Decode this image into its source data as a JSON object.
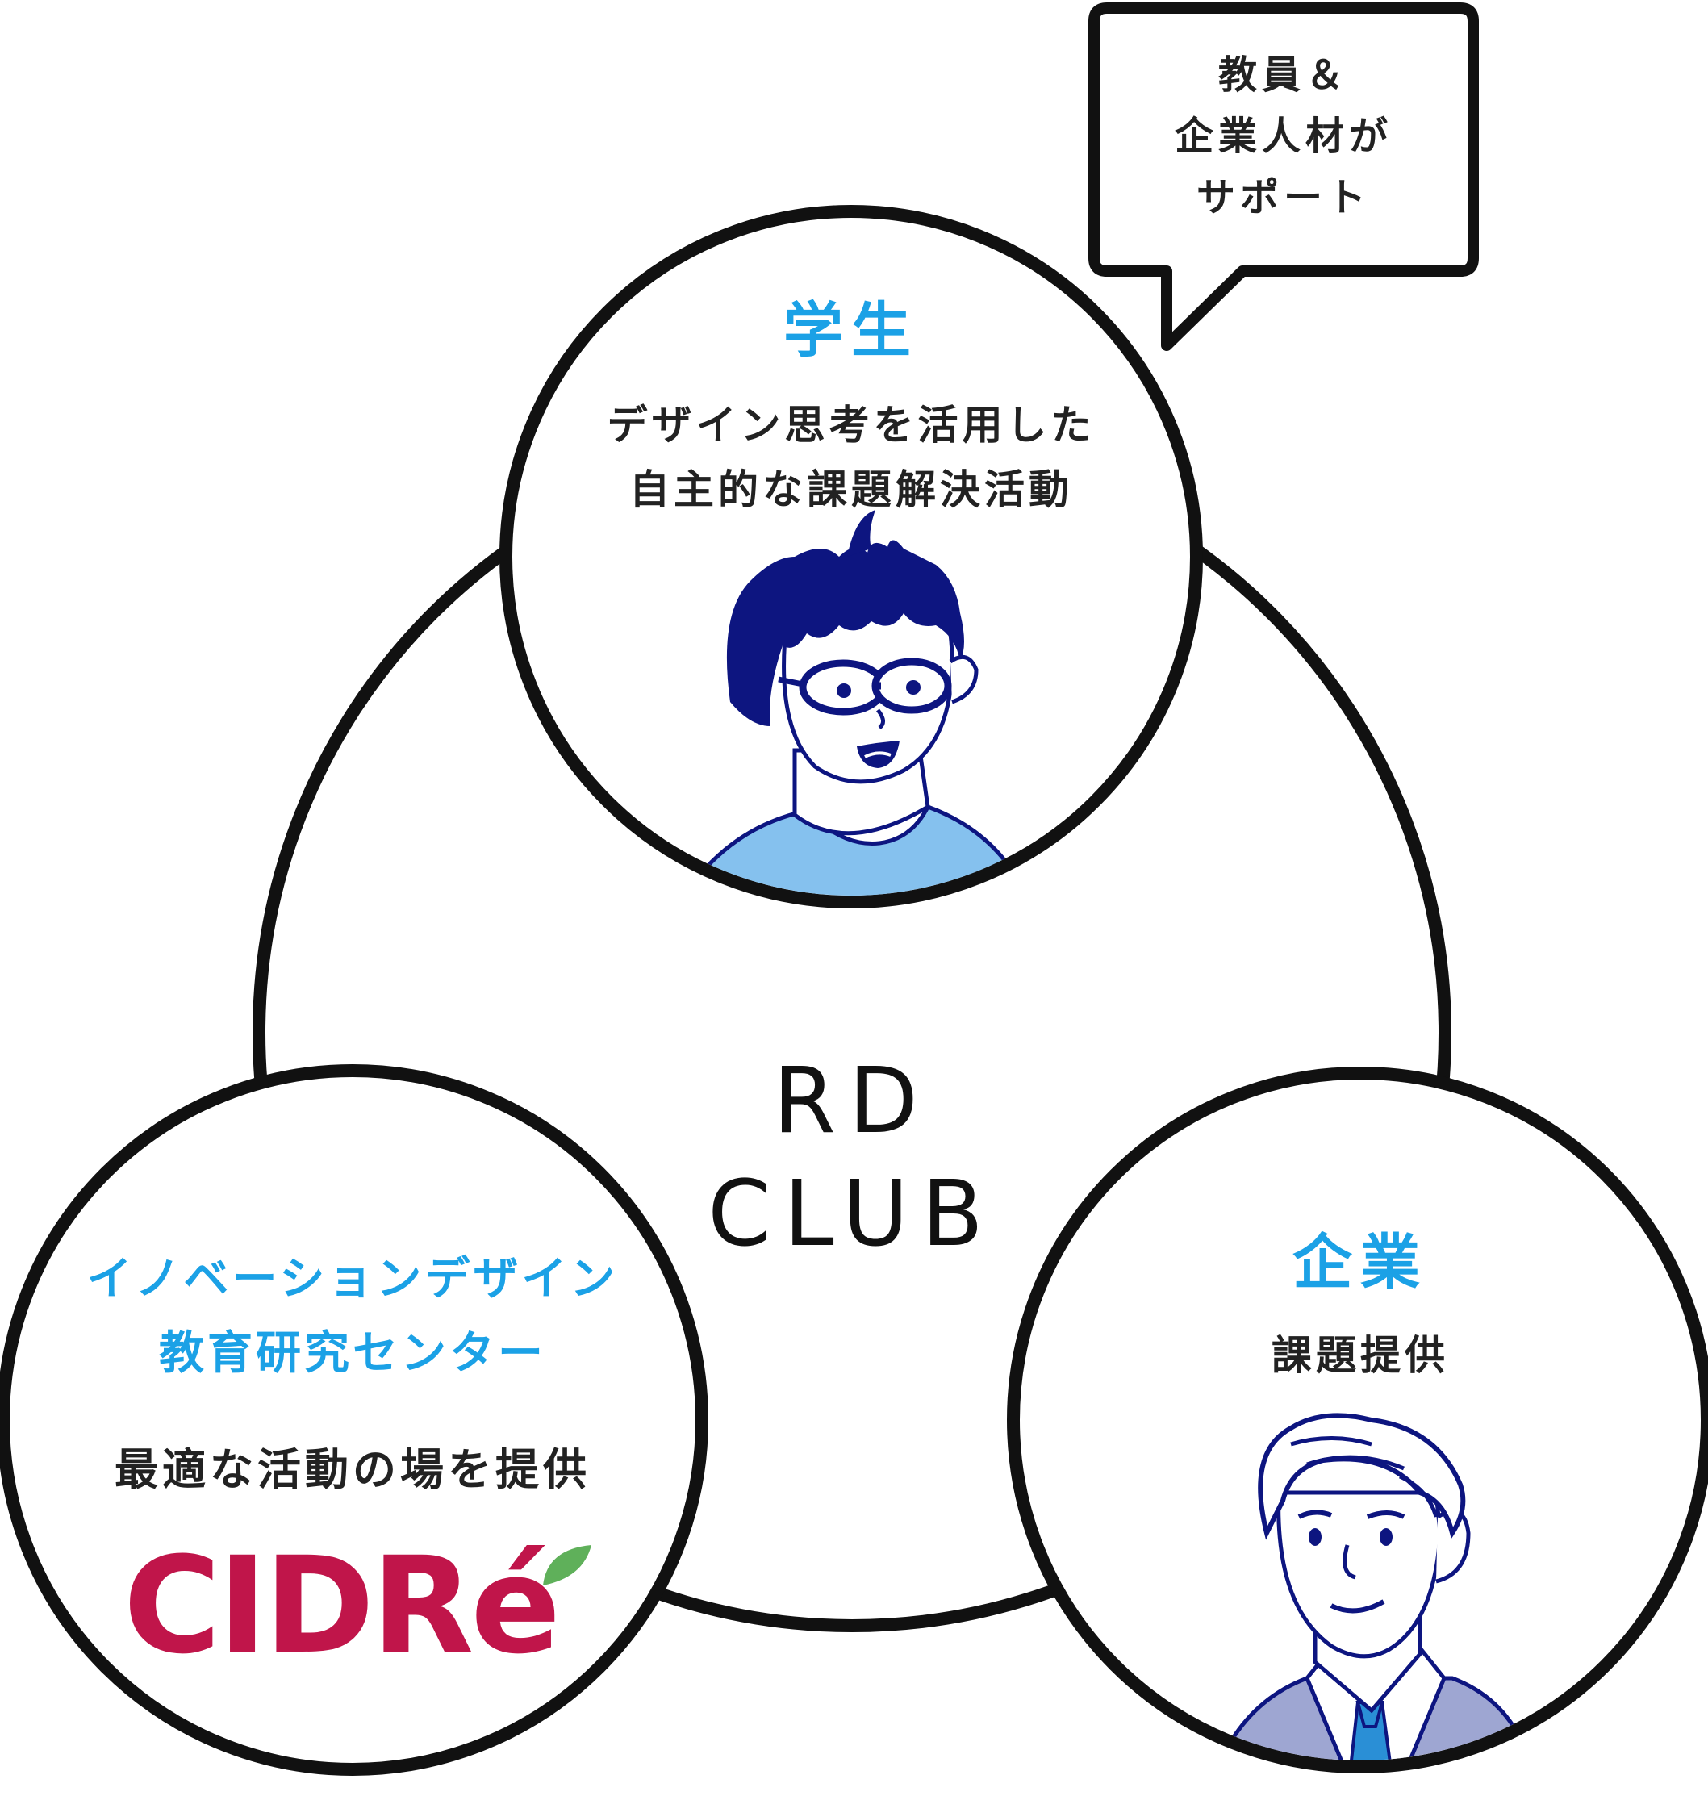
{
  "colors": {
    "accent_blue": "#1ba1e6",
    "outline": "#111111",
    "navy": "#0d1580",
    "shirt_blue": "#85c1ee",
    "suit_gray": "#9ea6d2",
    "tie_blue": "#2a8fd6",
    "logo_red": "#c0154a",
    "logo_leaf": "#5fb05a"
  },
  "center": {
    "line1": "RD",
    "line2": "CLUB"
  },
  "bubble": {
    "line1": "教員＆",
    "line2": "企業人材が",
    "line3": "サポート"
  },
  "student": {
    "heading": "学生",
    "desc_line1": "デザイン思考を活用した",
    "desc_line2": "自主的な課題解決活動",
    "icon": "student-illustration"
  },
  "company": {
    "heading": "企業",
    "desc": "課題提供",
    "icon": "businessman-illustration"
  },
  "cidre": {
    "name_line1": "イノベーションデザイン",
    "name_line2": "教育研究センター",
    "desc": "最適な活動の場を提供",
    "logo_text": "CIDRé",
    "icon": "cidre-logo"
  }
}
